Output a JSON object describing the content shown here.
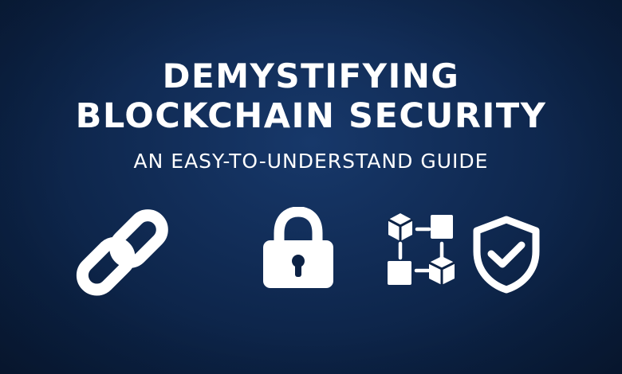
{
  "hero": {
    "title_line_1": "DEMYSTIFYING",
    "title_line_2": "BLOCKCHAIN SECURITY",
    "subtitle": "AN EASY-TO-UNDERSTAND GUIDE"
  },
  "icons": [
    {
      "name": "chain-link-icon"
    },
    {
      "name": "padlock-icon"
    },
    {
      "name": "blockchain-network-icon"
    },
    {
      "name": "shield-check-icon"
    }
  ],
  "colors": {
    "background": "#0b2142",
    "text": "#ffffff",
    "icon": "#ffffff"
  }
}
